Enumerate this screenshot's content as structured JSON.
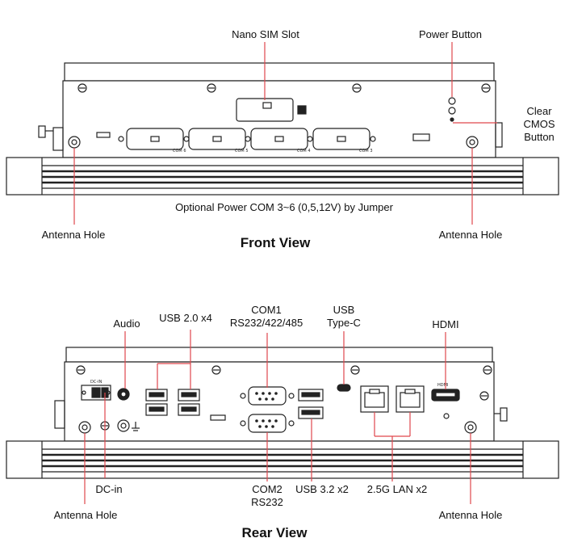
{
  "front": {
    "title": "Front View",
    "nano_sim_label": "Nano SIM Slot",
    "power_button_label": "Power Button",
    "clear_cmos_lines": [
      "Clear",
      "CMOS",
      "Button"
    ],
    "antenna_left_label": "Antenna Hole",
    "antenna_right_label": "Antenna Hole",
    "com_note": "Optional Power COM 3~6 (0,5,12V) by Jumper",
    "port_tags": [
      "COM 6",
      "COM 5",
      "COM 4",
      "COM 3"
    ]
  },
  "rear": {
    "title": "Rear View",
    "audio_label": "Audio",
    "usb2_label": "USB 2.0 x4",
    "com1_lines": [
      "COM1",
      "RS232/422/485"
    ],
    "usbc_lines": [
      "USB",
      "Type-C"
    ],
    "hdmi_label": "HDMI",
    "dcin_label": "DC-in",
    "com2_lines": [
      "COM2",
      "RS232"
    ],
    "usb32_label": "USB 3.2 x2",
    "lan_label": "2.5G LAN x2",
    "antenna_left_label": "Antenna Hole",
    "antenna_right_label": "Antenna Hole",
    "dc_tag": "DC-IN",
    "hdmi_tag": "HDMI"
  },
  "colors": {
    "callout_line": "#e0474c",
    "outline": "#222222",
    "rail_stripe": "#555555"
  }
}
